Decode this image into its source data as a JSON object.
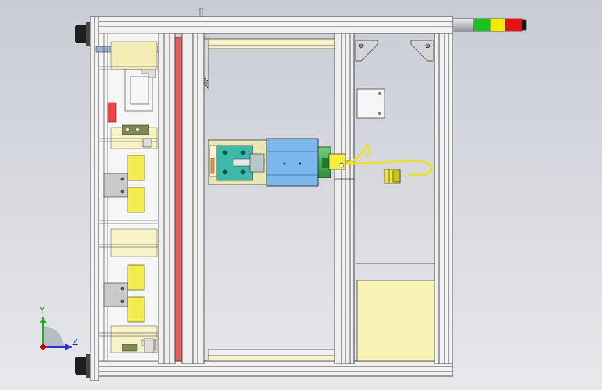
{
  "scene": {
    "model": "machine-frame-assembly",
    "view": "front-orthographic",
    "background_top": "#c9ccd4",
    "background_bottom": "#e7e8ec"
  },
  "triad": {
    "y_label": "Y",
    "z_label": "Z",
    "y_color": "#22aa22",
    "z_color": "#2233cc",
    "x_color": "#cc0000"
  },
  "signal_tower": {
    "segments": [
      "grey",
      "green",
      "yellow",
      "red",
      "black"
    ],
    "colors": [
      "#c8cacd",
      "#19c21e",
      "#f2ea00",
      "#e81010",
      "#111111"
    ]
  },
  "colors": {
    "frame": "#f2f2f2",
    "frame_edge": "#3a3a3a",
    "red_rail": "#e06060",
    "yellow_part": "#f3ec5a",
    "light_yellow": "#f8f3b2",
    "blue_cylinder": "#7ab8ec",
    "teal_carriage": "#3cb9a8",
    "green_motor": "#3ab14a",
    "cable": "#f0e020",
    "bracket_olive": "#7b8a50"
  }
}
